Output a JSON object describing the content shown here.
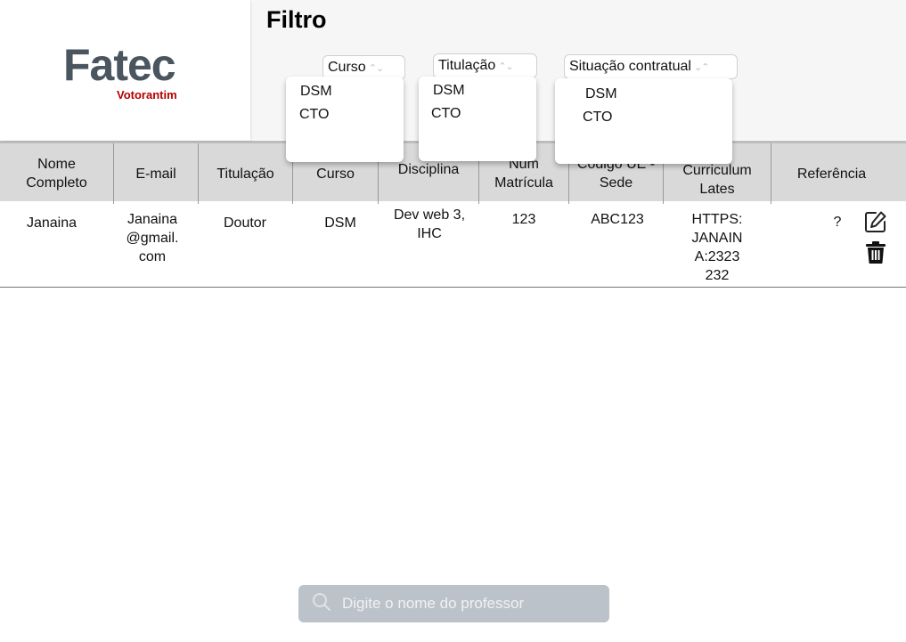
{
  "logo": {
    "main": "Fatec",
    "sub": "Votorantim"
  },
  "filter": {
    "title": "Filtro",
    "selects": [
      {
        "label": "Curso",
        "options": [
          "DSM",
          "CTO"
        ]
      },
      {
        "label": "Titulação",
        "options": [
          "DSM",
          "CTO"
        ]
      },
      {
        "label": "Situação contratual",
        "options": [
          "DSM",
          "CTO"
        ]
      }
    ]
  },
  "table": {
    "headers": [
      "Nome Completo",
      "E-mail",
      "Titulação",
      "Curso",
      "Disciplina",
      "Num Matrícula",
      "Código UE - Sede",
      "Curriculum Lates",
      "Referência"
    ],
    "rows": [
      {
        "nome": "Janaina",
        "email": "Janaina @gmail. com",
        "titulacao": "Doutor",
        "curso": "DSM",
        "disciplina": "Dev web 3, IHC",
        "matricula": "123",
        "codigo": "ABC123",
        "curriculum": "HTTPS: JANAIN A:2323 232",
        "referencia": "?"
      }
    ]
  },
  "search": {
    "placeholder": "Digite o nome do professor"
  },
  "icons": {
    "edit": "edit-icon",
    "delete": "trash-icon",
    "search": "search-icon",
    "chevron": "chevron-up-down-icon"
  }
}
